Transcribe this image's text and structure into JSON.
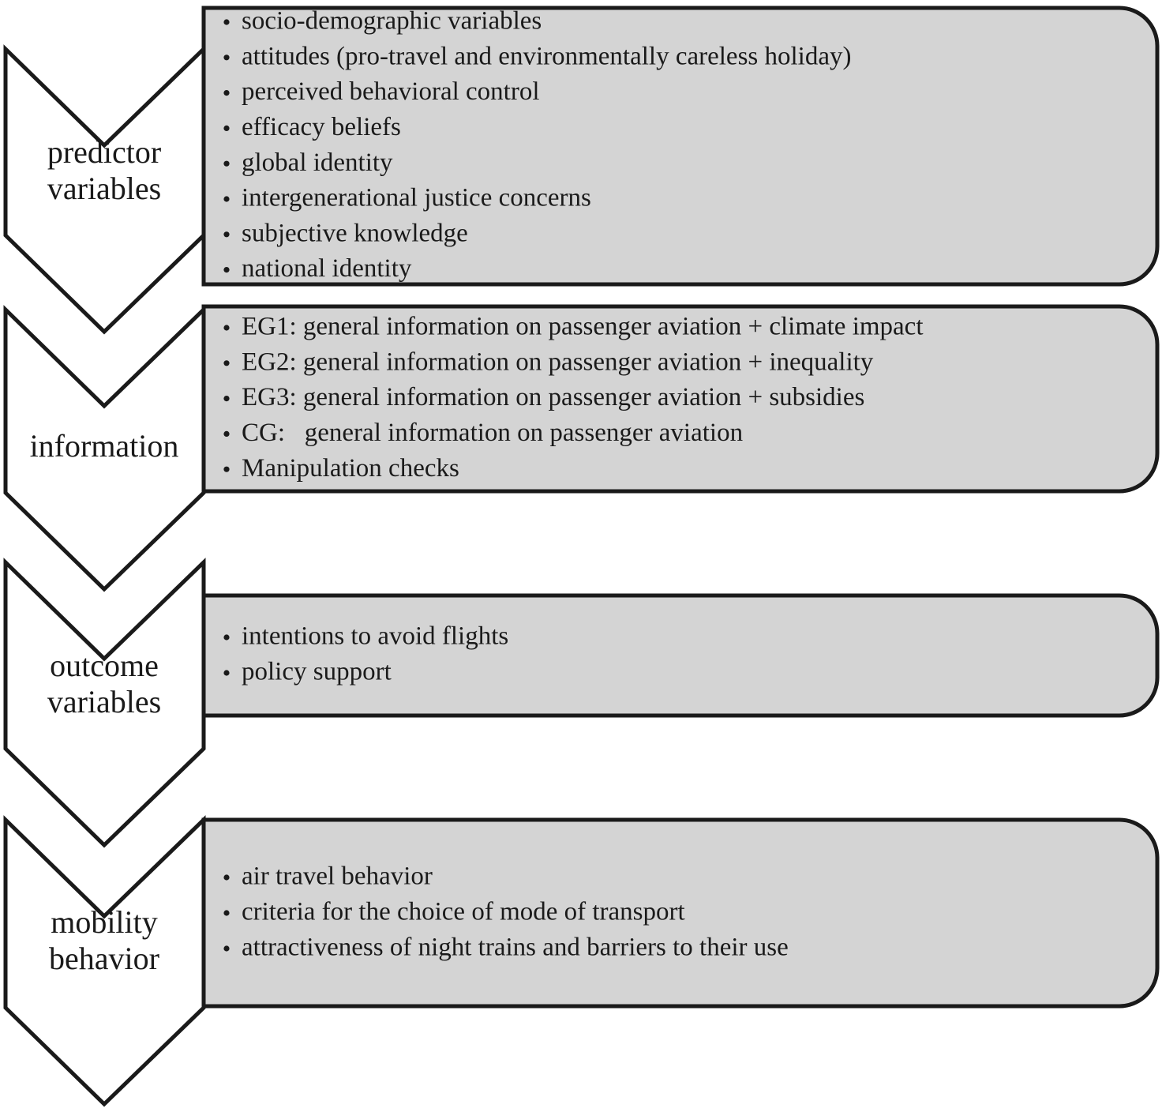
{
  "stages": [
    {
      "label_lines": [
        "predictor",
        "variables"
      ],
      "items": [
        "socio-demographic variables",
        "attitudes (pro-travel and environmentally careless holiday)",
        "perceived behavioral control",
        "efficacy beliefs",
        "global identity",
        "intergenerational justice concerns",
        "subjective knowledge",
        "national identity"
      ]
    },
    {
      "label_lines": [
        "information"
      ],
      "items": [
        "EG1: general information on passenger aviation + climate impact",
        "EG2: general information on passenger aviation + inequality",
        "EG3: general information on passenger aviation + subsidies",
        "CG:   general information on passenger aviation",
        "Manipulation checks"
      ]
    },
    {
      "label_lines": [
        "outcome",
        "variables"
      ],
      "items": [
        "intentions to avoid flights",
        "policy support"
      ]
    },
    {
      "label_lines": [
        "mobility",
        "behavior"
      ],
      "items": [
        "air travel behavior",
        "criteria for the choice of mode of transport",
        "attractiveness of night trains and barriers to their use"
      ]
    }
  ]
}
